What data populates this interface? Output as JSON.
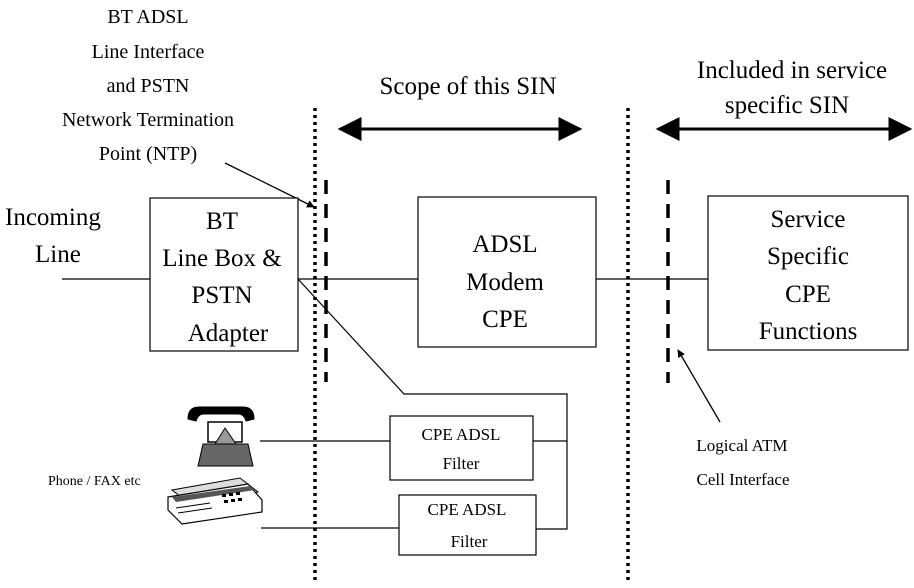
{
  "ntp_label": {
    "lines": [
      "BT ADSL",
      "Line Interface",
      "and PSTN",
      "Network Termination",
      "Point (NTP)"
    ]
  },
  "scope_label": "Scope of this SIN",
  "service_label": {
    "lines": [
      "Included in service",
      "specific SIN"
    ]
  },
  "incoming_label": {
    "lines": [
      "Incoming",
      "Line"
    ]
  },
  "bt_box": {
    "lines": [
      "BT",
      "Line Box &",
      "PSTN",
      "Adapter"
    ]
  },
  "modem_box": {
    "lines": [
      "ADSL",
      "Modem",
      "CPE"
    ]
  },
  "service_box": {
    "lines": [
      "Service",
      "Specific",
      "CPE",
      "Functions"
    ]
  },
  "filter_top": {
    "lines": [
      "CPE ADSL",
      "Filter"
    ]
  },
  "filter_bottom": {
    "lines": [
      "CPE ADSL",
      "Filter"
    ]
  },
  "phone_label": "Phone / FAX etc",
  "atm_label": {
    "lines": [
      "Logical ATM",
      "Cell Interface"
    ]
  },
  "icons": {
    "telephone": "telephone-icon",
    "fax": "fax-machine-icon"
  },
  "colors": {
    "line": "#000000",
    "background": "#ffffff"
  }
}
